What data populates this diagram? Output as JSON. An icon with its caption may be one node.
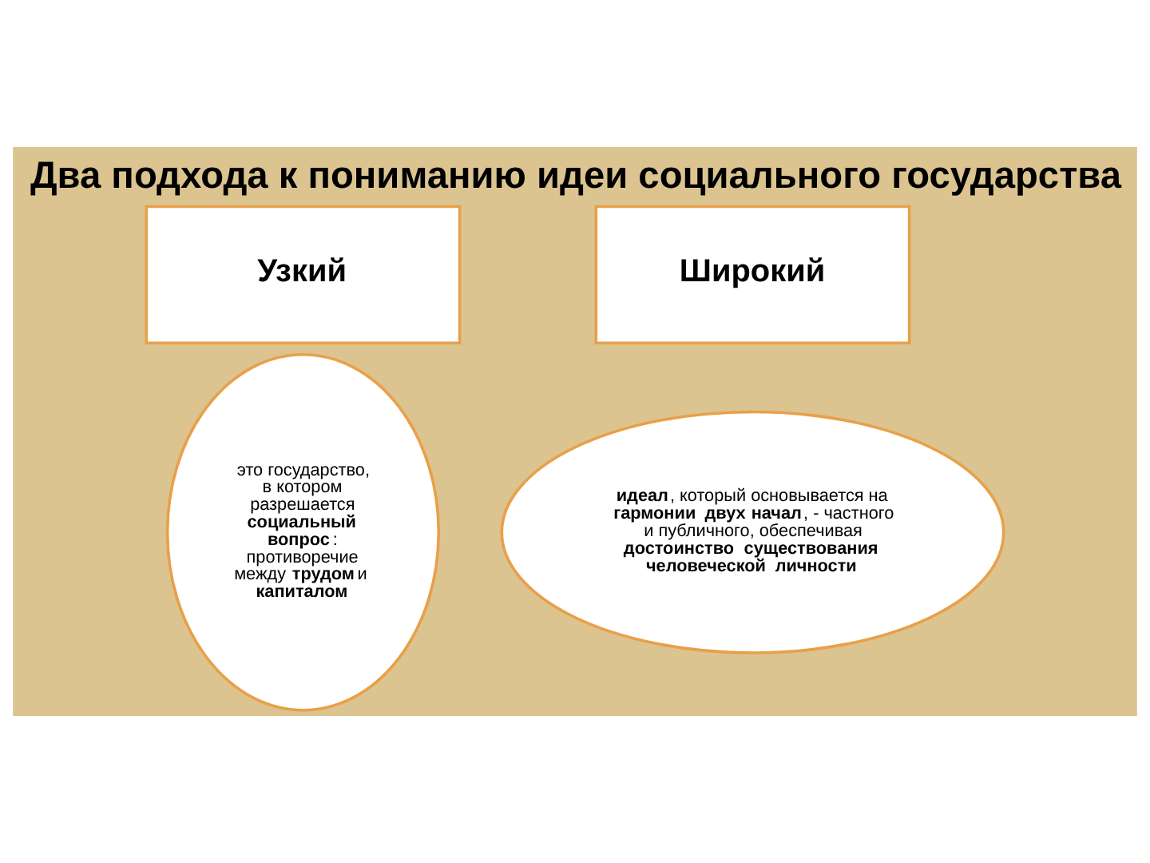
{
  "diagram": {
    "title": "Два подхода к пониманию идеи социального государства",
    "nodes": [
      {
        "text": [
          "Узкий"
        ]
      },
      {
        "text": [
          "Широкий"
        ]
      },
      {
        "text": [
          "это государство, в котором разрешается **социальный вопрос**: противоречие между **трудом** и **капиталом**"
        ]
      },
      {
        "text": [
          "**идеал**, который основывается на **гармонии двух начал**, - частного и публичного, обеспечивая **достоинство существования человеческой личности**"
        ]
      }
    ],
    "edges": []
  }
}
